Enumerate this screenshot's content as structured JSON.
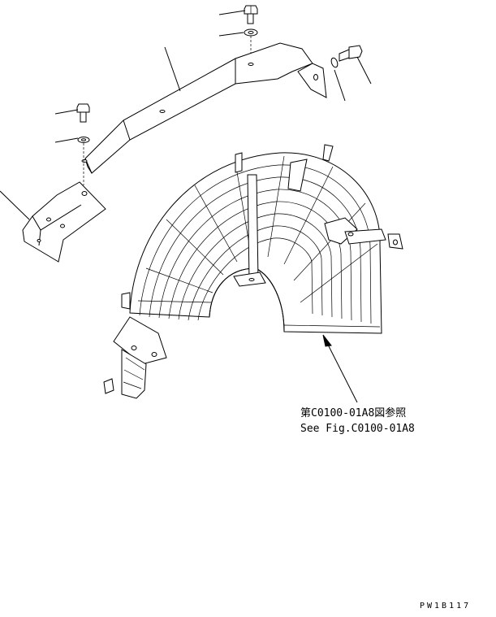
{
  "note": {
    "line1": "第C0100-01A8図参照",
    "line2": "See Fig.C0100-01A8"
  },
  "drawing_code": "PW1B117"
}
